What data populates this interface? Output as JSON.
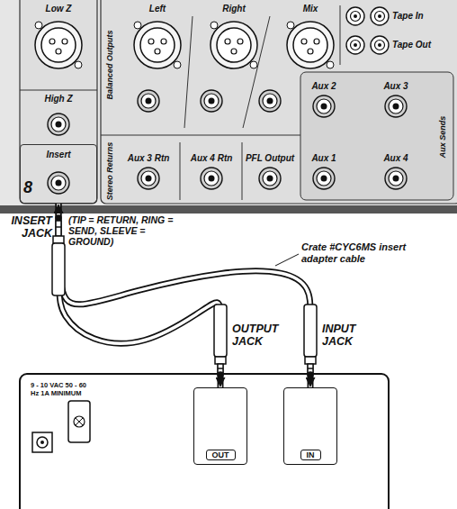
{
  "diagram": {
    "nodes": [
      {
        "text": [
          "Insert"
        ]
      },
      {
        "text": [
          "OUT"
        ]
      },
      {
        "text": [
          "IN"
        ]
      }
    ],
    "edges": [
      {
        "from": 0,
        "to": 1,
        "arrow": "both"
      },
      {
        "from": 0,
        "to": 2,
        "arrow": "both"
      }
    ],
    "labels": [
      "Low Z",
      "Balanced Outputs",
      "Left",
      "Right",
      "Mix",
      "Tape In",
      "Tape Out",
      "High Z",
      "Aux 2",
      "Aux 3",
      "Aux Sends",
      "Aux 3 Rtn",
      "Aux 4 Rtn",
      "PFL Output",
      "Aux 1",
      "Aux 4",
      "Stereo Returns",
      "8",
      "INSERT JACK",
      "(TIP = RETURN, RING = SEND, SLEEVE = GROUND)",
      "Crate #CYC6MS insert adapter cable",
      "OUTPUT JACK",
      "INPUT JACK",
      "9 - 10 VAC 50 - 60 Hz 1A MINIMUM"
    ]
  }
}
